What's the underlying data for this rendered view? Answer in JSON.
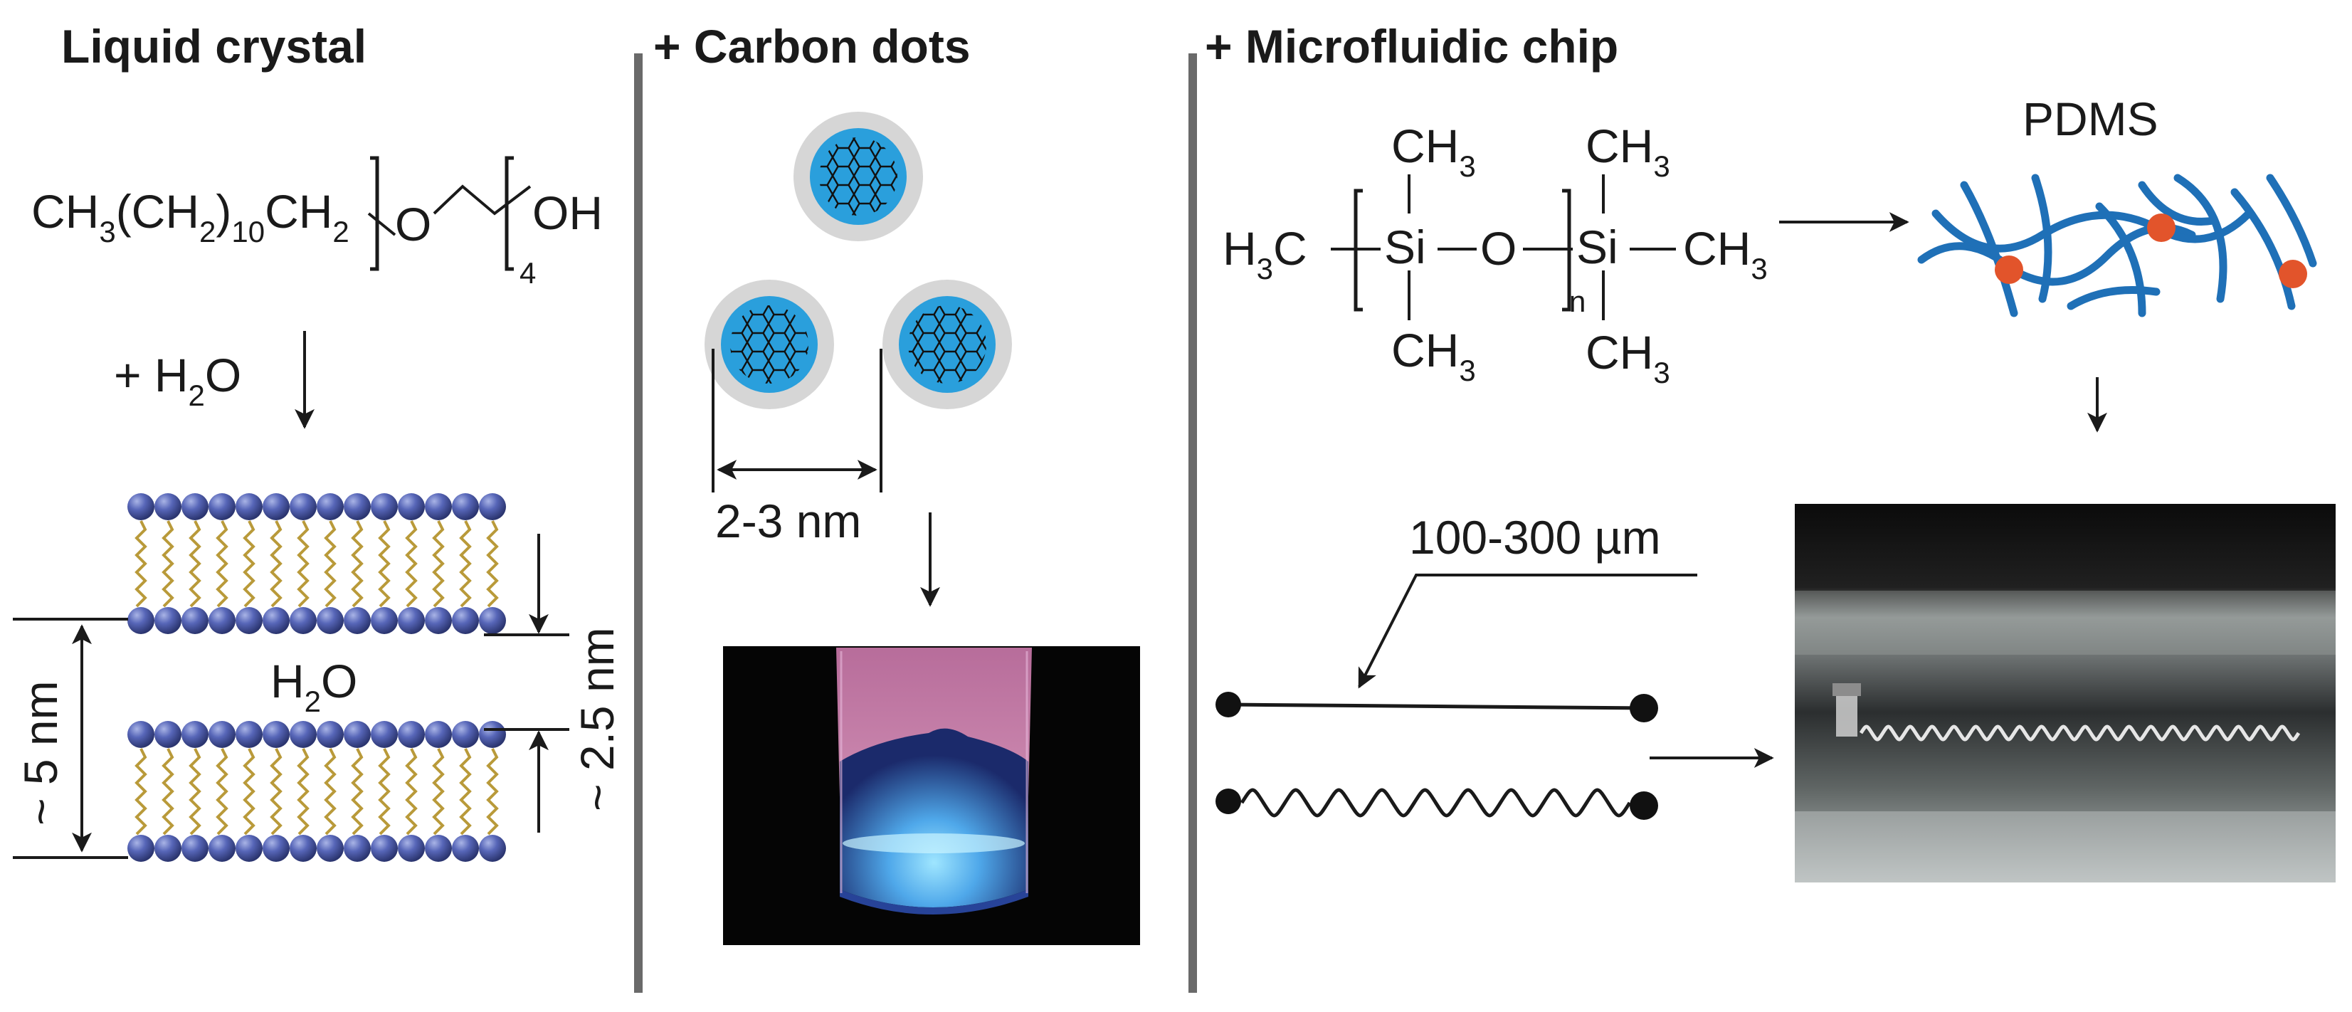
{
  "panels": {
    "liquid_crystal": {
      "title": "Liquid crystal",
      "formula": {
        "part1": "CH",
        "sub1": "3",
        "part2": "(CH",
        "sub2": "2",
        "part3": ")",
        "sub3": "10",
        "part4": "CH",
        "sub4": "2",
        "oxygen": "O",
        "hydroxyl": "OH",
        "repeat": "4"
      },
      "water_add": {
        "prefix": "+ H",
        "sub": "2",
        "suffix": "O"
      },
      "water_layer": {
        "prefix": "H",
        "sub": "2",
        "suffix": "O"
      },
      "spacing_outer": "~ 5 nm",
      "spacing_inner": "~ 2.5 nm",
      "colors": {
        "head": "#3f4f9e",
        "tail": "#b99a3a"
      }
    },
    "carbon_dots": {
      "title": "+ Carbon dots",
      "size_label": "2-3 nm",
      "colors": {
        "shell": "#d6d6d6",
        "core": "#2a9fdc"
      }
    },
    "microfluidic_chip": {
      "title": "+ Microfluidic chip",
      "pdms_label": "PDMS",
      "structure": {
        "ch3": "CH",
        "sub3": "3",
        "h3c_h": "H",
        "h3c_sub": "3",
        "h3c_c": "C",
        "si": "Si",
        "o": "O",
        "n": "n"
      },
      "channel_width": "100-300 µm",
      "colors": {
        "polymer": "#1f70b7",
        "crosslink": "#e2542b"
      }
    }
  }
}
